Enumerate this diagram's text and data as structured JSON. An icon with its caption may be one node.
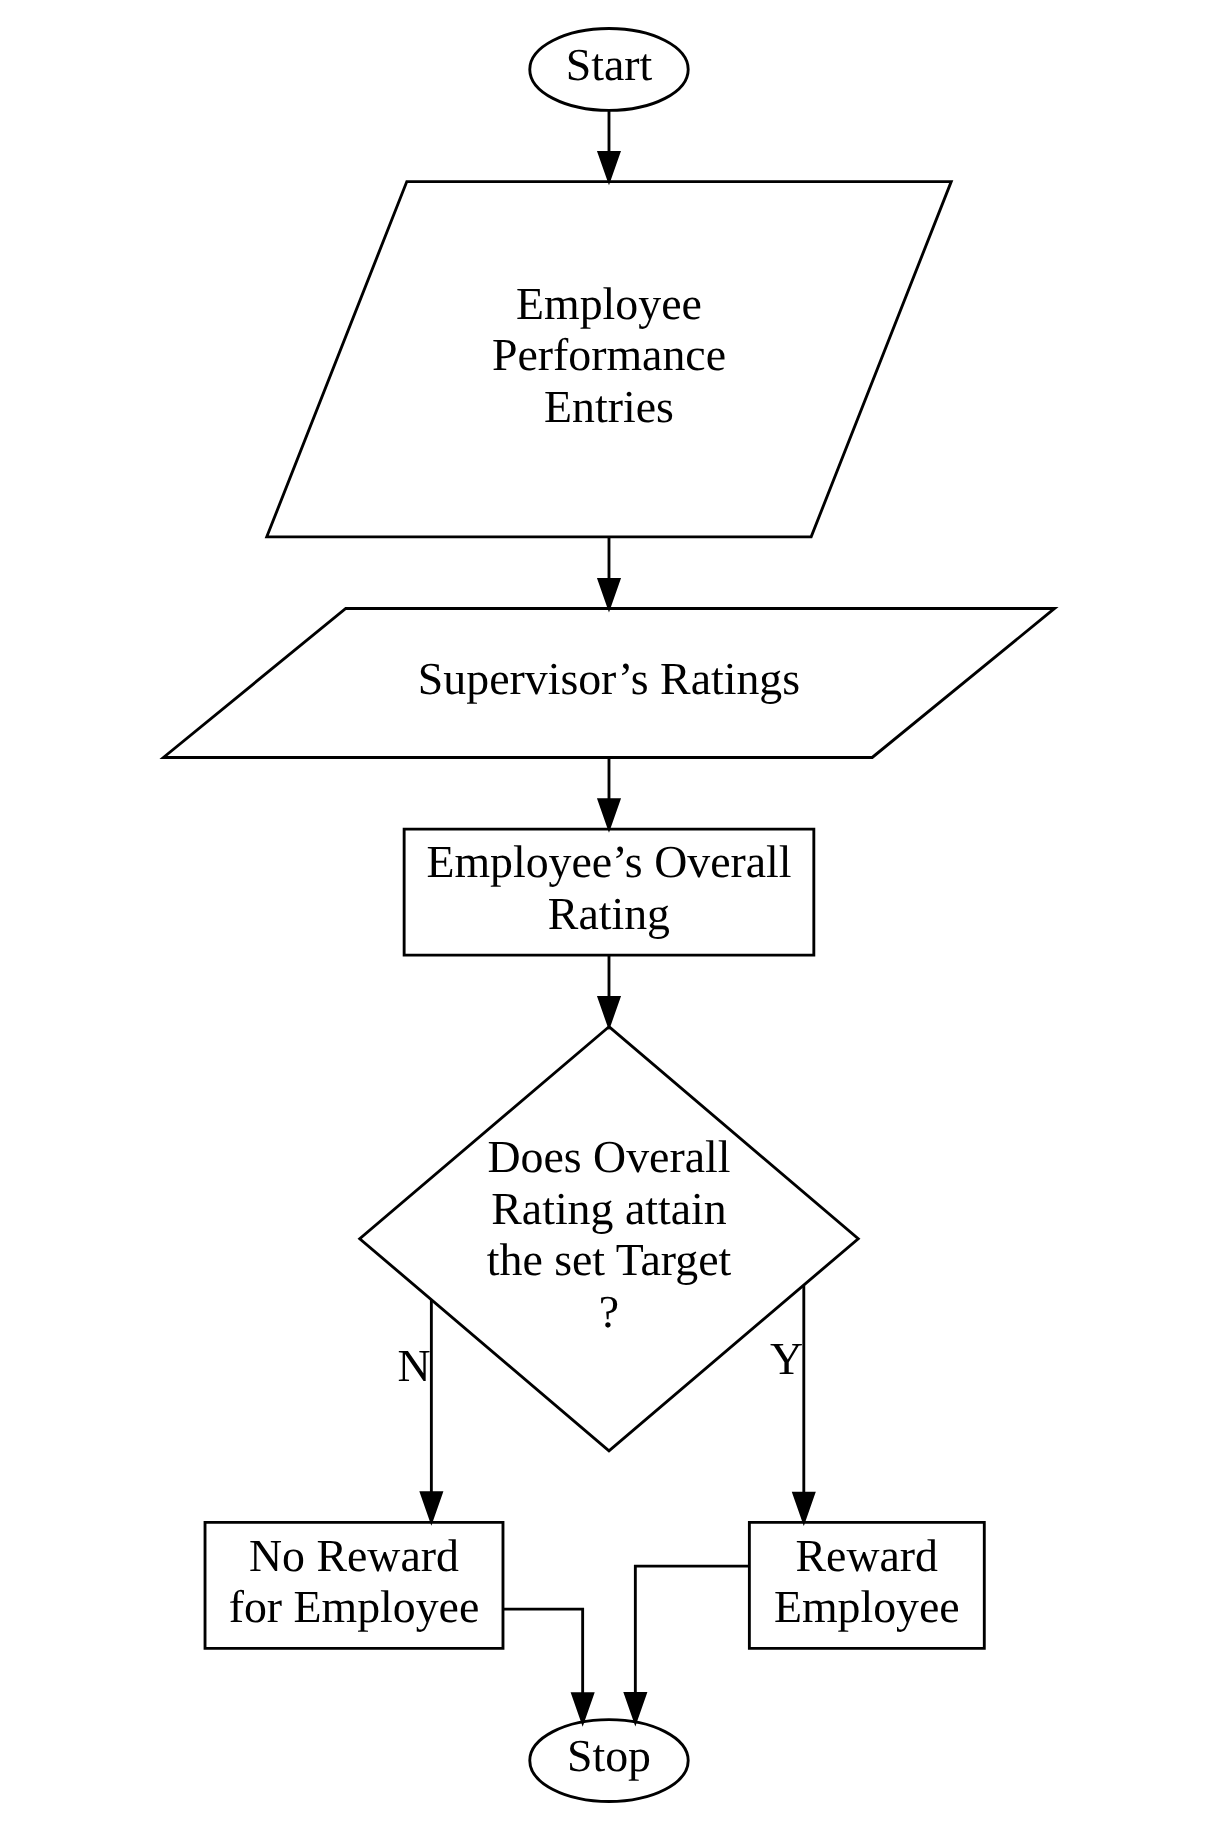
{
  "diagram": {
    "nodes": [
      {
        "text": [
          "Start"
        ]
      },
      {
        "text": [
          "Employee Performance Entries"
        ]
      },
      {
        "text": [
          "Supervisor’s Ratings"
        ]
      },
      {
        "text": [
          "Employee’s Overall Rating"
        ]
      },
      {
        "text": [
          "Does Overall Rating attain the set Target ?"
        ]
      },
      {
        "text": [
          "No Reward for Employee"
        ]
      },
      {
        "text": [
          "Reward Employee"
        ]
      },
      {
        "text": [
          "Stop"
        ]
      }
    ],
    "edges": [
      {
        "from": 0,
        "to": 1,
        "arrow": "to"
      },
      {
        "from": 1,
        "to": 2,
        "arrow": "to"
      },
      {
        "from": 2,
        "to": 3,
        "arrow": "to"
      },
      {
        "from": 3,
        "to": 4,
        "arrow": "to"
      },
      {
        "from": 4,
        "to": 5,
        "arrow": "to",
        "label": "N"
      },
      {
        "from": 4,
        "to": 6,
        "arrow": "to",
        "label": "Y"
      },
      {
        "from": 5,
        "to": 7,
        "arrow": "to"
      },
      {
        "from": 6,
        "to": 7,
        "arrow": "to"
      }
    ]
  }
}
